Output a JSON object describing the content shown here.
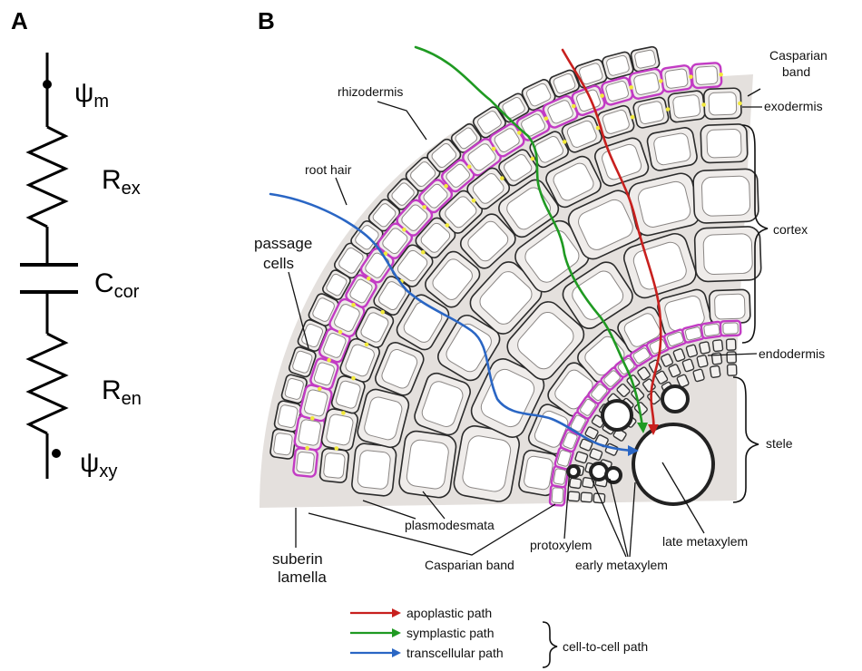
{
  "panel_a": {
    "letter": "A",
    "psi_m": {
      "main": "ψ",
      "sub": "m"
    },
    "r_ex": {
      "main": "R",
      "sub": "ex"
    },
    "c_cor": {
      "main": "C",
      "sub": "cor"
    },
    "r_en": {
      "main": "R",
      "sub": "en"
    },
    "psi_xy": {
      "main": "ψ",
      "sub": "xy"
    }
  },
  "panel_b": {
    "letter": "B",
    "labels": {
      "casparian_band_top_1": "Casparian",
      "casparian_band_top_2": "band",
      "exodermis": "exodermis",
      "rhizodermis": "rhizodermis",
      "root_hair": "root hair",
      "cortex": "cortex",
      "passage_cells_1": "passage",
      "passage_cells_2": "cells",
      "endodermis": "endodermis",
      "stele": "stele",
      "plasmodesmata": "plasmodesmata",
      "late_metaxylem": "late metaxylem",
      "protoxylem": "protoxylem",
      "suberin_lamella_1": "suberin",
      "suberin_lamella_2": "lamella",
      "casparian_band_bottom": "Casparian band",
      "early_metaxylem": "early metaxylem"
    },
    "legend": {
      "items": [
        {
          "label": "apoplastic path",
          "color": "#c8201e"
        },
        {
          "label": "symplastic path",
          "color": "#1f9a22"
        },
        {
          "label": "transcellular path",
          "color": "#2a66c4"
        }
      ],
      "group_label": "cell-to-cell path"
    }
  },
  "colors": {
    "apoplastic": "#c8201e",
    "symplastic": "#1f9a22",
    "transcellular": "#2a66c4",
    "suberin": "#c23bc4",
    "plasmodesmata": "#f2e93a"
  }
}
